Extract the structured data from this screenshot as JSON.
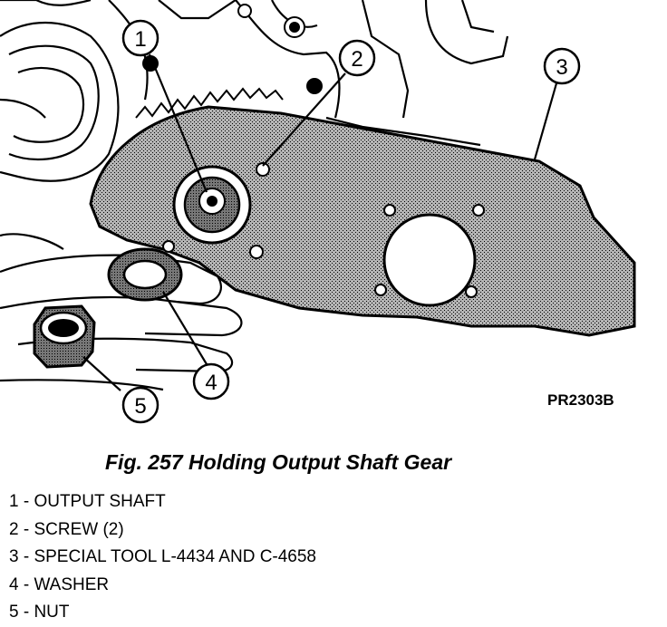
{
  "figure": {
    "code": "PR2303B",
    "caption": "Fig. 257 Holding Output Shaft Gear",
    "callouts": [
      {
        "number": "1"
      },
      {
        "number": "2"
      },
      {
        "number": "3"
      },
      {
        "number": "4"
      },
      {
        "number": "5"
      }
    ]
  },
  "legend": {
    "items": [
      {
        "text": "1 - OUTPUT SHAFT"
      },
      {
        "text": "2 - SCREW (2)"
      },
      {
        "text": "3 - SPECIAL TOOL L-4434 AND C-4658"
      },
      {
        "text": "4 - WASHER"
      },
      {
        "text": "5 - NUT"
      }
    ]
  },
  "colors": {
    "ink": "#000000",
    "paper": "#ffffff",
    "tool_fill": "#a9a9a9"
  }
}
